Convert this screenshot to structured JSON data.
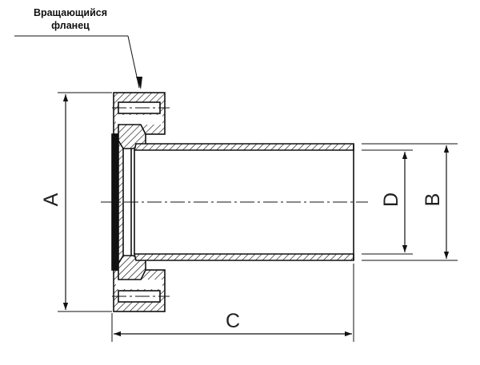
{
  "callout": {
    "line1": "Вращающийся",
    "line2": "фланец"
  },
  "dimensions": {
    "a": "A",
    "b": "B",
    "c": "C",
    "d": "D"
  },
  "colors": {
    "stroke": "#111111",
    "fill": "#ffffff"
  }
}
